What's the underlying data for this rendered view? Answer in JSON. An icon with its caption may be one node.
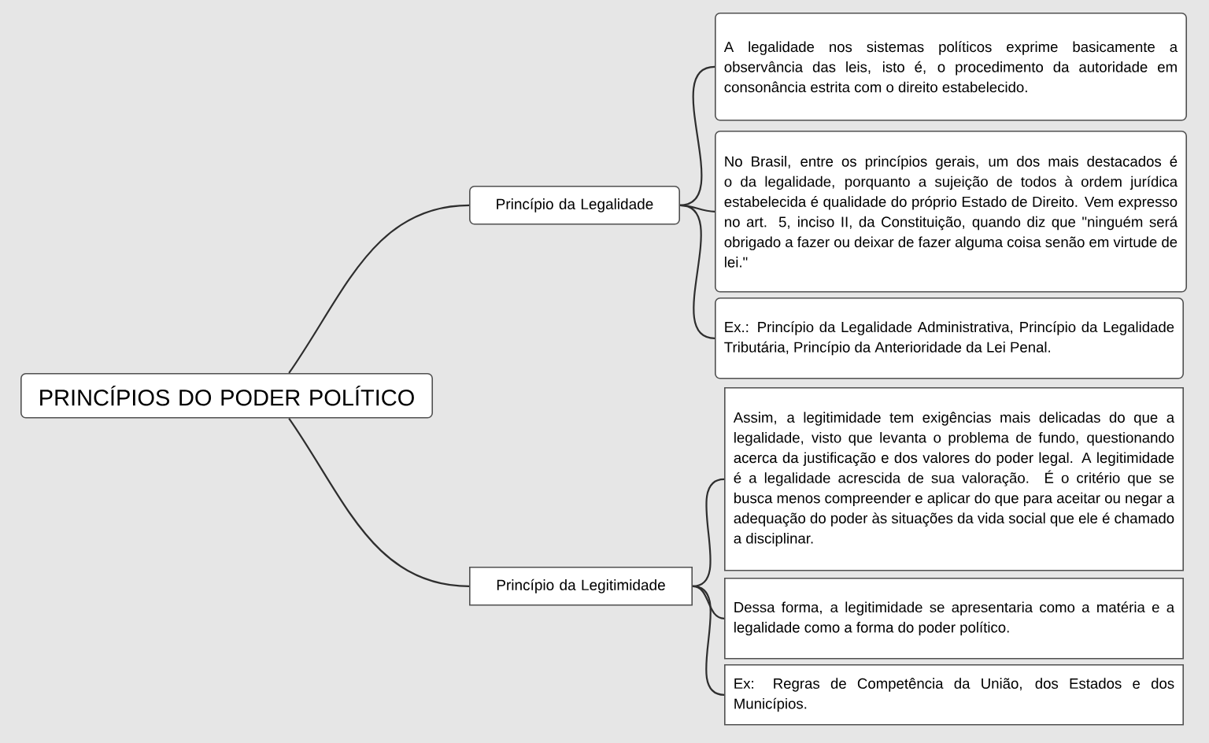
{
  "diagram": {
    "nodes": [
      {
        "text": [
          "PRINCÍPIOS DO PODER POLÍTICO"
        ]
      },
      {
        "text": [
          "Princípio da Legalidade"
        ]
      },
      {
        "text": [
          "A legalidade nos sistemas políticos exprime basicamente a observância das leis, isto é, o procedimento da autoridade em consonância estrita com o direito estabelecido."
        ]
      },
      {
        "text": [
          "No Brasil, entre os princípios gerais, um dos mais destacados é o da legalidade, porquanto a sujeição de todos à ordem jurídica estabelecida é qualidade do próprio Estado de Direito. Vem expresso no art. 5, inciso II, da Constituição, quando diz que \"ninguém será obrigado a fazer ou deixar de fazer alguma coisa senão em virtude de lei.\""
        ]
      },
      {
        "text": [
          "Ex.: Princípio da Legalidade Administrativa, Princípio da Legalidade Tributária, Princípio da Anterioridade da Lei Penal."
        ]
      },
      {
        "text": [
          "Princípio da Legitimidade"
        ]
      },
      {
        "text": [
          "Assim, a legitimidade tem exigências mais delicadas do que a legalidade, visto que levanta o problema de fundo, questionando acerca da justificação e dos valores do poder legal. A legitimidade é a legalidade acrescida de sua valoração. É o critério que se busca menos compreender e aplicar do que para aceitar ou negar a adequação do poder às situações da vida social que ele é chamado a disciplinar."
        ]
      },
      {
        "text": [
          "Dessa forma, a legitimidade se apresentaria como a matéria e a legalidade como a forma do poder político."
        ]
      },
      {
        "text": [
          "Ex: Regras de Competência da União, dos Estados e dos Municípios."
        ]
      }
    ],
    "edges": [
      {
        "from": 0,
        "to": 1,
        "arrow": "none"
      },
      {
        "from": 0,
        "to": 5,
        "arrow": "none"
      },
      {
        "from": 1,
        "to": 2,
        "arrow": "none"
      },
      {
        "from": 1,
        "to": 3,
        "arrow": "none"
      },
      {
        "from": 1,
        "to": 4,
        "arrow": "none"
      },
      {
        "from": 5,
        "to": 6,
        "arrow": "none"
      },
      {
        "from": 5,
        "to": 7,
        "arrow": "none"
      },
      {
        "from": 5,
        "to": 8,
        "arrow": "none"
      }
    ]
  }
}
